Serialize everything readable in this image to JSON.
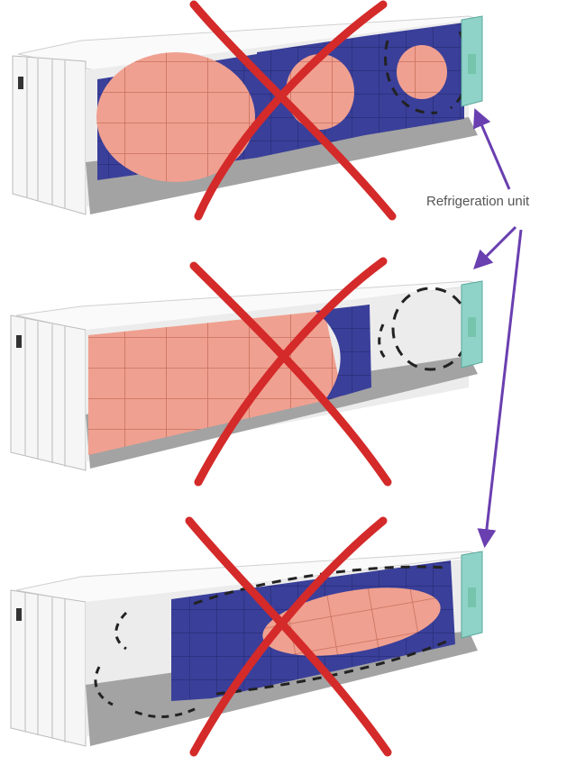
{
  "annotation": {
    "label": "Refrigeration unit"
  },
  "colors": {
    "cargo_warm": "#f0a090",
    "cargo_cold": "#3a3f9a",
    "cross": "#d42a2a",
    "arrow": "#6a3fb0",
    "refrigeration_unit": "#8fd3c8",
    "container_wall": "#f4f4f4",
    "container_floor": "#9a9a9a",
    "airflow": "#222222"
  },
  "panels": [
    {
      "id": "top",
      "icon": "container-icon"
    },
    {
      "id": "middle",
      "icon": "container-icon"
    },
    {
      "id": "bottom",
      "icon": "container-icon"
    }
  ]
}
